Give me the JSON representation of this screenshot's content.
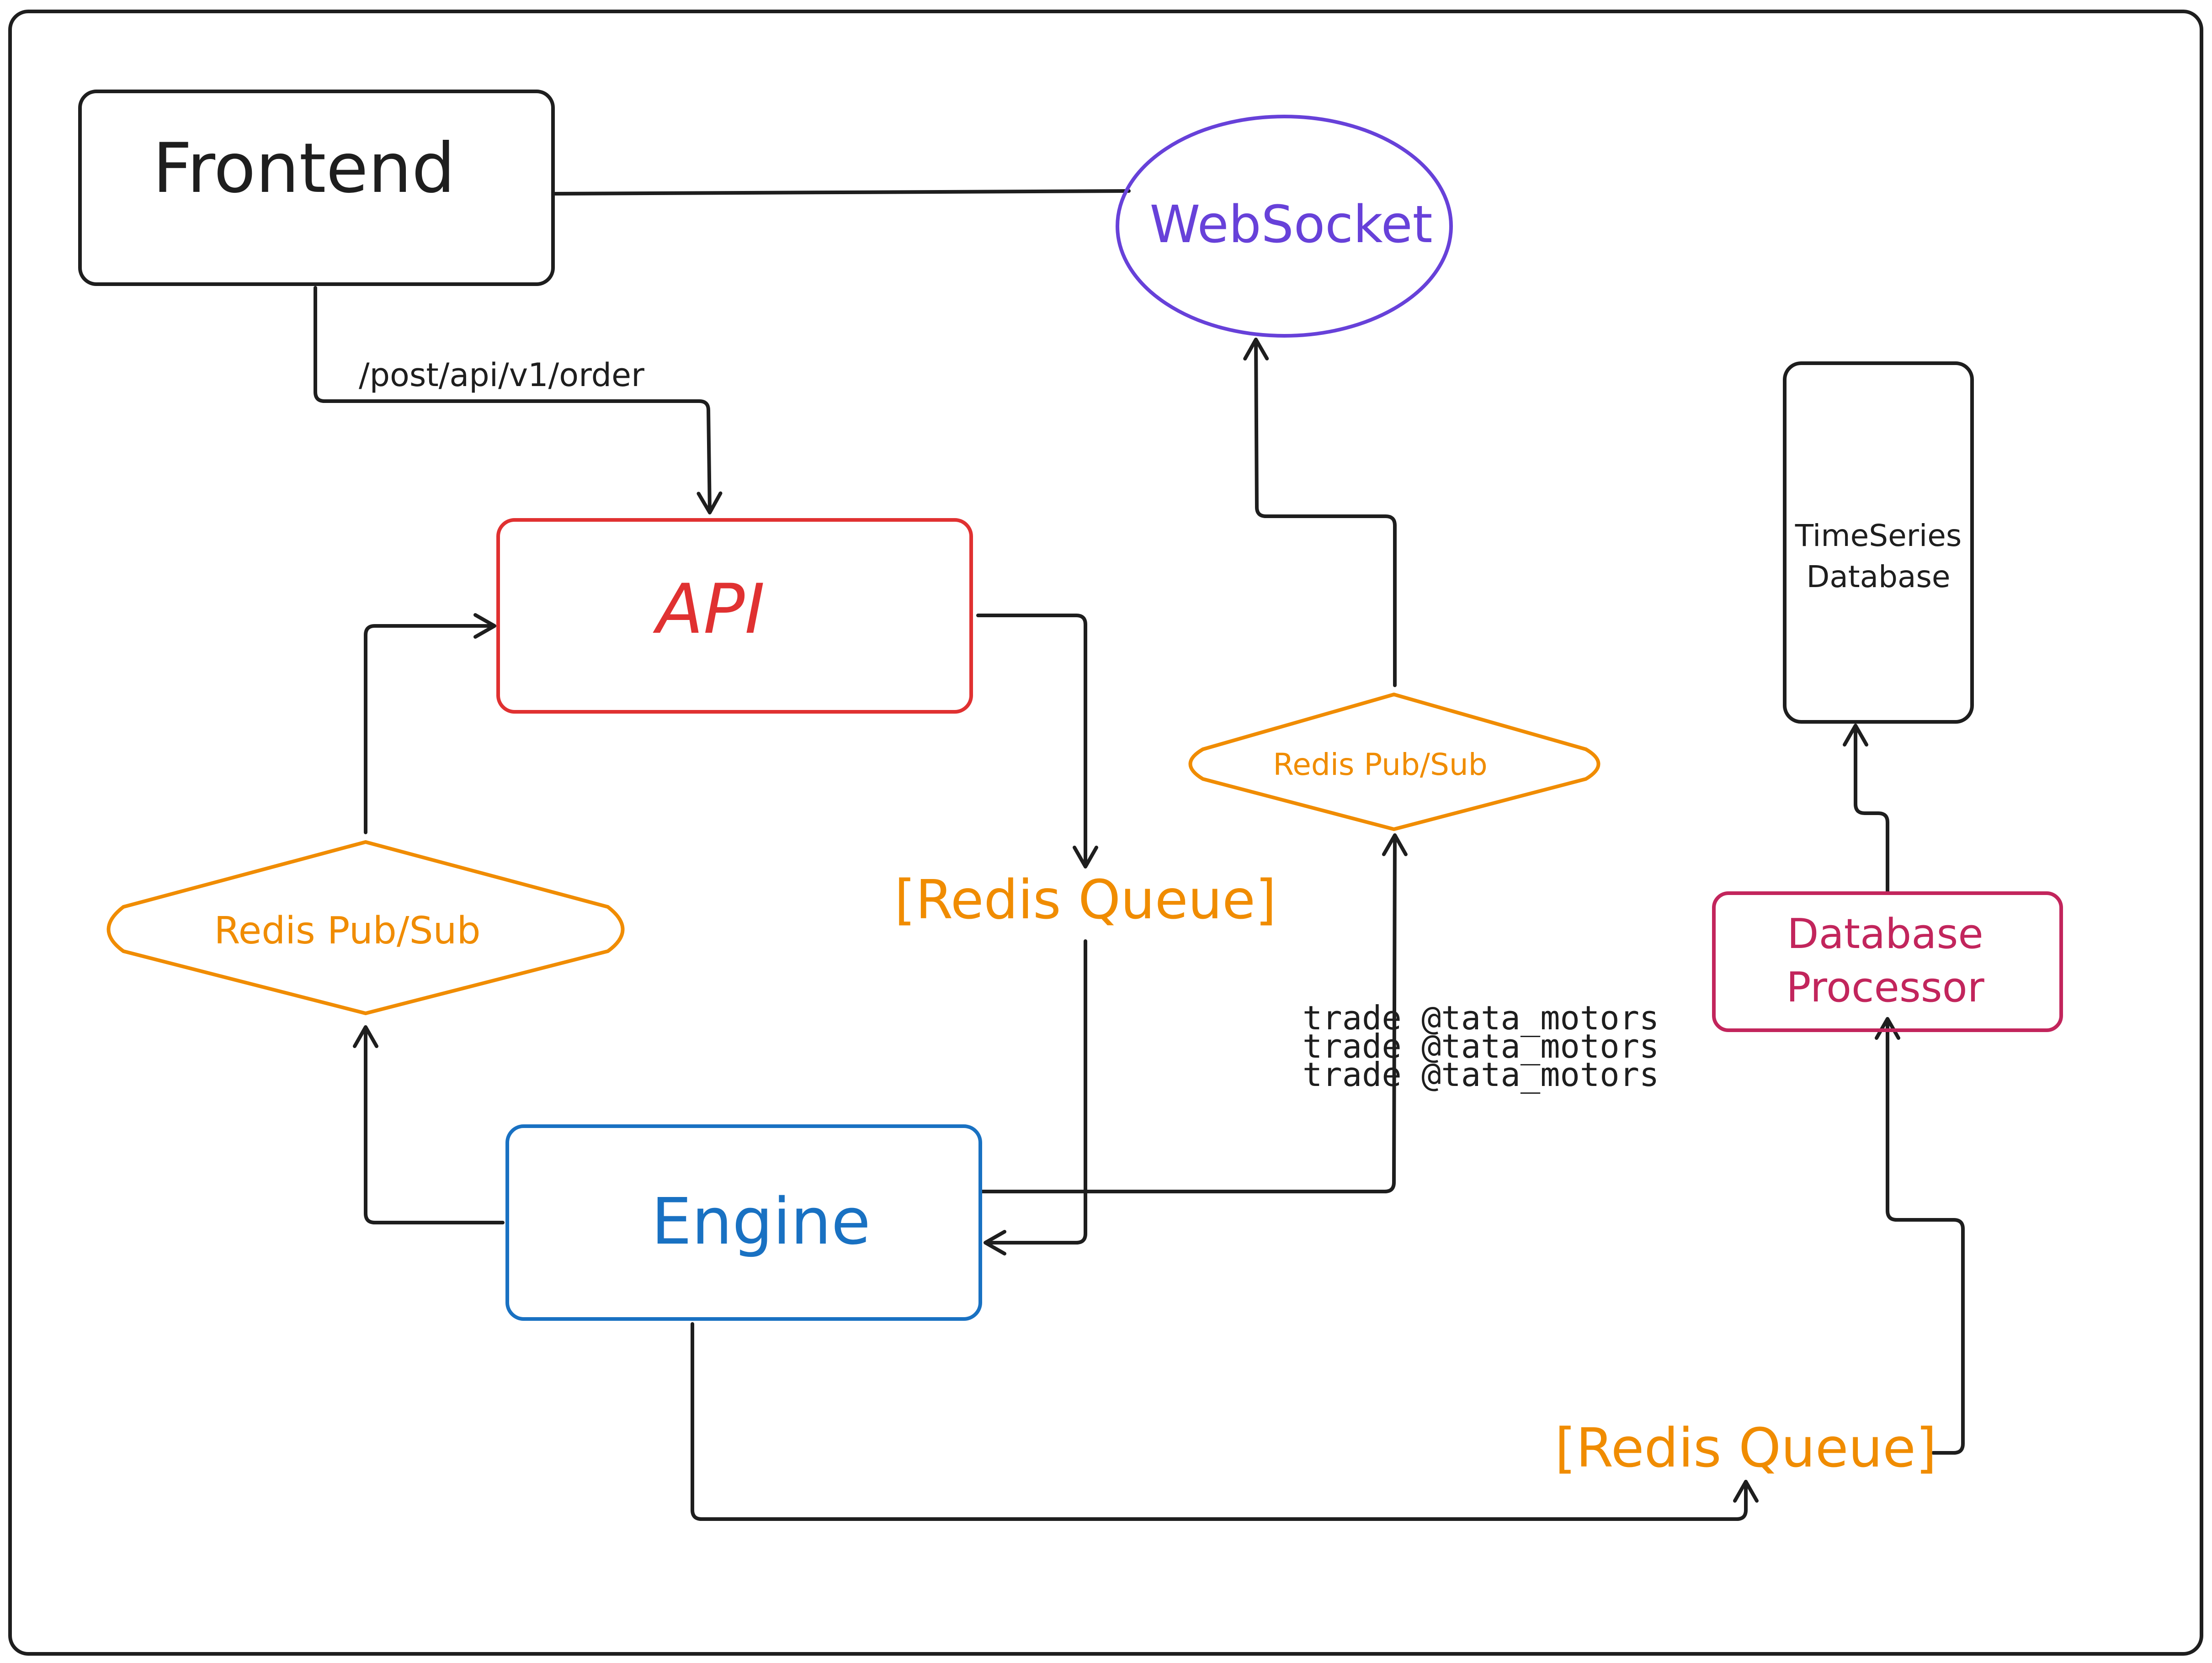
{
  "colors": {
    "black": "#1e1e1e",
    "api": "#e03131",
    "engine": "#1971c2",
    "websocket": "#6741d9",
    "redis": "#f08c00",
    "db_processor": "#c2255c",
    "background": "#ffffff"
  },
  "nodes": {
    "frontend": "Frontend",
    "websocket": "WebSocket",
    "api": "API",
    "engine": "Engine",
    "timeseries_line1": "TimeSeries",
    "timeseries_line2": "Database",
    "db_processor_line1": "Database",
    "db_processor_line2": "Processor",
    "redis_pubsub_left": "Redis Pub/Sub",
    "redis_pubsub_right": "Redis Pub/Sub",
    "redis_queue_middle": "[Redis Queue]",
    "redis_queue_bottom": "[Redis Queue]"
  },
  "edges": {
    "frontend_to_api_label": "/post/api/v1/order",
    "trade_labels": [
      "trade @tata_motors",
      "trade @tata_motors",
      "trade @tata_motors"
    ]
  }
}
